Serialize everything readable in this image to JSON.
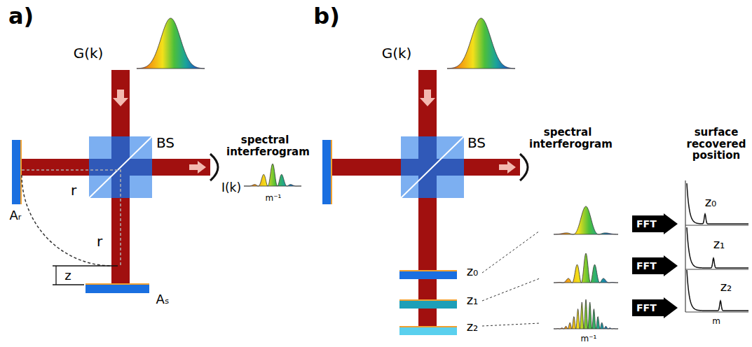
{
  "diagram": {
    "nodes": [
      {
        "text": [
          "FFT"
        ]
      },
      {
        "text": [
          "FFT"
        ]
      },
      {
        "text": [
          "FFT"
        ]
      }
    ],
    "labels": [
      "a)",
      "b)",
      "G(k)",
      "BS",
      "r",
      "r",
      "Aᵣ",
      "z",
      "Aₛ",
      "spectral interferogram",
      "I(k)",
      "m⁻¹",
      "G(k)",
      "BS",
      "spectral interferogram",
      "z₀",
      "z₁",
      "z₂",
      "m⁻¹",
      "surface recovered position",
      "z₀",
      "z₁",
      "z₂",
      "m"
    ]
  }
}
